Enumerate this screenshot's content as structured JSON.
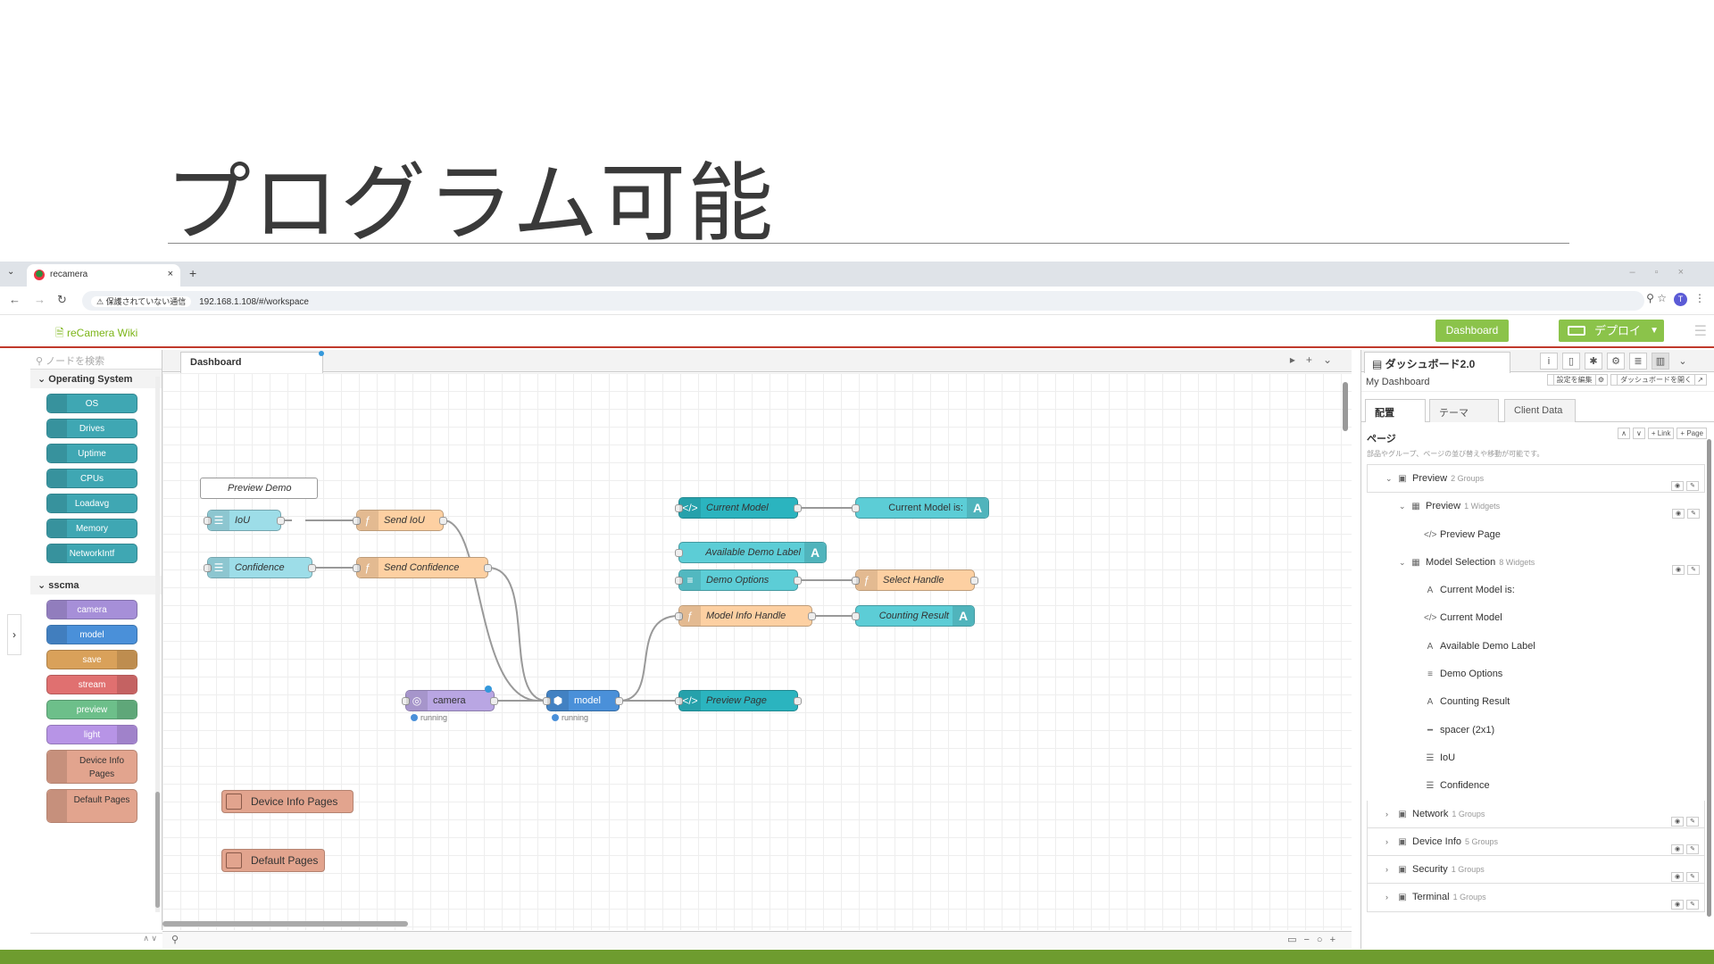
{
  "slide": {
    "title": "プログラム可能"
  },
  "browser": {
    "tab_title": "recamera",
    "url": "192.168.1.108/#/workspace",
    "security_label": "保護されていない通信",
    "profile_initial": "T"
  },
  "header": {
    "wiki_label": "reCamera Wiki",
    "dashboard_label": "Dashboard",
    "deploy_label": "デプロイ"
  },
  "palette": {
    "search_placeholder": "ノードを検索",
    "category_os": "Operating System",
    "os_nodes": [
      "OS",
      "Drives",
      "Uptime",
      "CPUs",
      "Loadavg",
      "Memory",
      "NetworkIntf"
    ],
    "category_sscma": "sscma",
    "sscma_nodes": [
      {
        "label": "camera",
        "color": "#a68fd8"
      },
      {
        "label": "model",
        "color": "#4a90d9"
      },
      {
        "label": "save",
        "color": "#d9a15a"
      },
      {
        "label": "stream",
        "color": "#e07070"
      },
      {
        "label": "preview",
        "color": "#6dbf8a"
      },
      {
        "label": "light",
        "color": "#b794e6"
      }
    ],
    "subflow_nodes": [
      "Device Info Pages",
      "Default Pages"
    ]
  },
  "workspace": {
    "tab_label": "Dashboard",
    "comment": "Preview Demo",
    "nodes": {
      "iou": "IoU",
      "confidence": "Confidence",
      "send_iou": "Send IoU",
      "send_confidence": "Send Confidence",
      "camera": "camera",
      "model": "model",
      "current_model": "Current Model",
      "current_model_is": "Current Model is:",
      "available_demo_label": "Available Demo Label",
      "demo_options": "Demo Options",
      "select_handle": "Select Handle",
      "model_info_handle": "Model Info Handle",
      "counting_result": "Counting Result",
      "preview_page": "Preview Page",
      "device_info_pages": "Device Info Pages",
      "default_pages": "Default Pages"
    },
    "status_running": "running"
  },
  "sidebar": {
    "tab_label": "ダッシュボード2.0",
    "dashboard_name": "My Dashboard",
    "edit_settings": "設定を編集",
    "open_dashboard": "ダッシュボードを開く",
    "subtabs": [
      "配置",
      "テーマ",
      "Client Data"
    ],
    "pages_title": "ページ",
    "pages_desc": "部品やグループ、ページの並び替えや移動が可能です。",
    "btn_link": "+ Link",
    "btn_page": "+ Page",
    "tree": [
      {
        "label": "Preview",
        "meta": "2 Groups",
        "level": 0,
        "icon": "page",
        "open": true
      },
      {
        "label": "Preview",
        "meta": "1 Widgets",
        "level": 1,
        "icon": "group",
        "open": true
      },
      {
        "label": "Preview Page",
        "meta": "",
        "level": 2,
        "icon": "code"
      },
      {
        "label": "Model Selection",
        "meta": "8 Widgets",
        "level": 1,
        "icon": "group",
        "open": true
      },
      {
        "label": "Current Model is:",
        "meta": "",
        "level": 2,
        "icon": "text"
      },
      {
        "label": "Current Model",
        "meta": "",
        "level": 2,
        "icon": "code"
      },
      {
        "label": "Available Demo Label",
        "meta": "",
        "level": 2,
        "icon": "text"
      },
      {
        "label": "Demo Options",
        "meta": "",
        "level": 2,
        "icon": "list"
      },
      {
        "label": "Counting Result",
        "meta": "",
        "level": 2,
        "icon": "text"
      },
      {
        "label": "spacer (2x1)",
        "meta": "",
        "level": 2,
        "icon": "spacer"
      },
      {
        "label": "IoU",
        "meta": "",
        "level": 2,
        "icon": "slider"
      },
      {
        "label": "Confidence",
        "meta": "",
        "level": 2,
        "icon": "slider"
      },
      {
        "label": "Network",
        "meta": "1 Groups",
        "level": 0,
        "icon": "page",
        "open": false
      },
      {
        "label": "Device Info",
        "meta": "5 Groups",
        "level": 0,
        "icon": "page",
        "open": false
      },
      {
        "label": "Security",
        "meta": "1 Groups",
        "level": 0,
        "icon": "page",
        "open": false
      },
      {
        "label": "Terminal",
        "meta": "1 Groups",
        "level": 0,
        "icon": "page",
        "open": false
      }
    ]
  },
  "colors": {
    "accent_green": "#8bc34a",
    "header_red": "#c0392b",
    "slide_bar": "#6e9c2f"
  }
}
